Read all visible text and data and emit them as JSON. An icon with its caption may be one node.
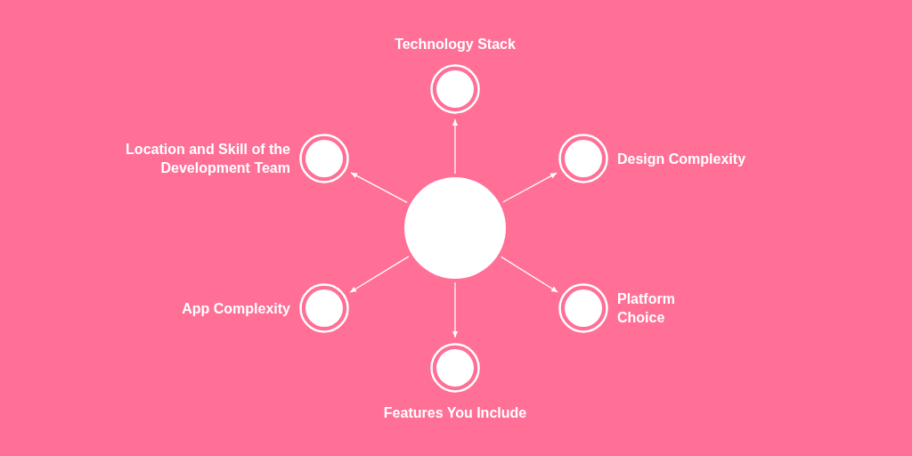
{
  "diagram": {
    "nodes": [
      {
        "text": [],
        "shape": "circle"
      },
      {
        "text": [
          "Technology Stack"
        ]
      },
      {
        "text": [
          "Location and Skill of the Development Team"
        ]
      },
      {
        "text": [
          "Design Complexity"
        ]
      },
      {
        "text": [
          "App Complexity"
        ]
      },
      {
        "text": [
          "Platform Choice"
        ]
      },
      {
        "text": [
          "Features You Include"
        ]
      }
    ],
    "edges": [
      {
        "from": 0,
        "to": 1,
        "arrow": "to"
      },
      {
        "from": 0,
        "to": 2,
        "arrow": "to"
      },
      {
        "from": 0,
        "to": 3,
        "arrow": "to"
      },
      {
        "from": 0,
        "to": 4,
        "arrow": "to"
      },
      {
        "from": 0,
        "to": 5,
        "arrow": "to"
      },
      {
        "from": 0,
        "to": 6,
        "arrow": "to"
      }
    ]
  }
}
